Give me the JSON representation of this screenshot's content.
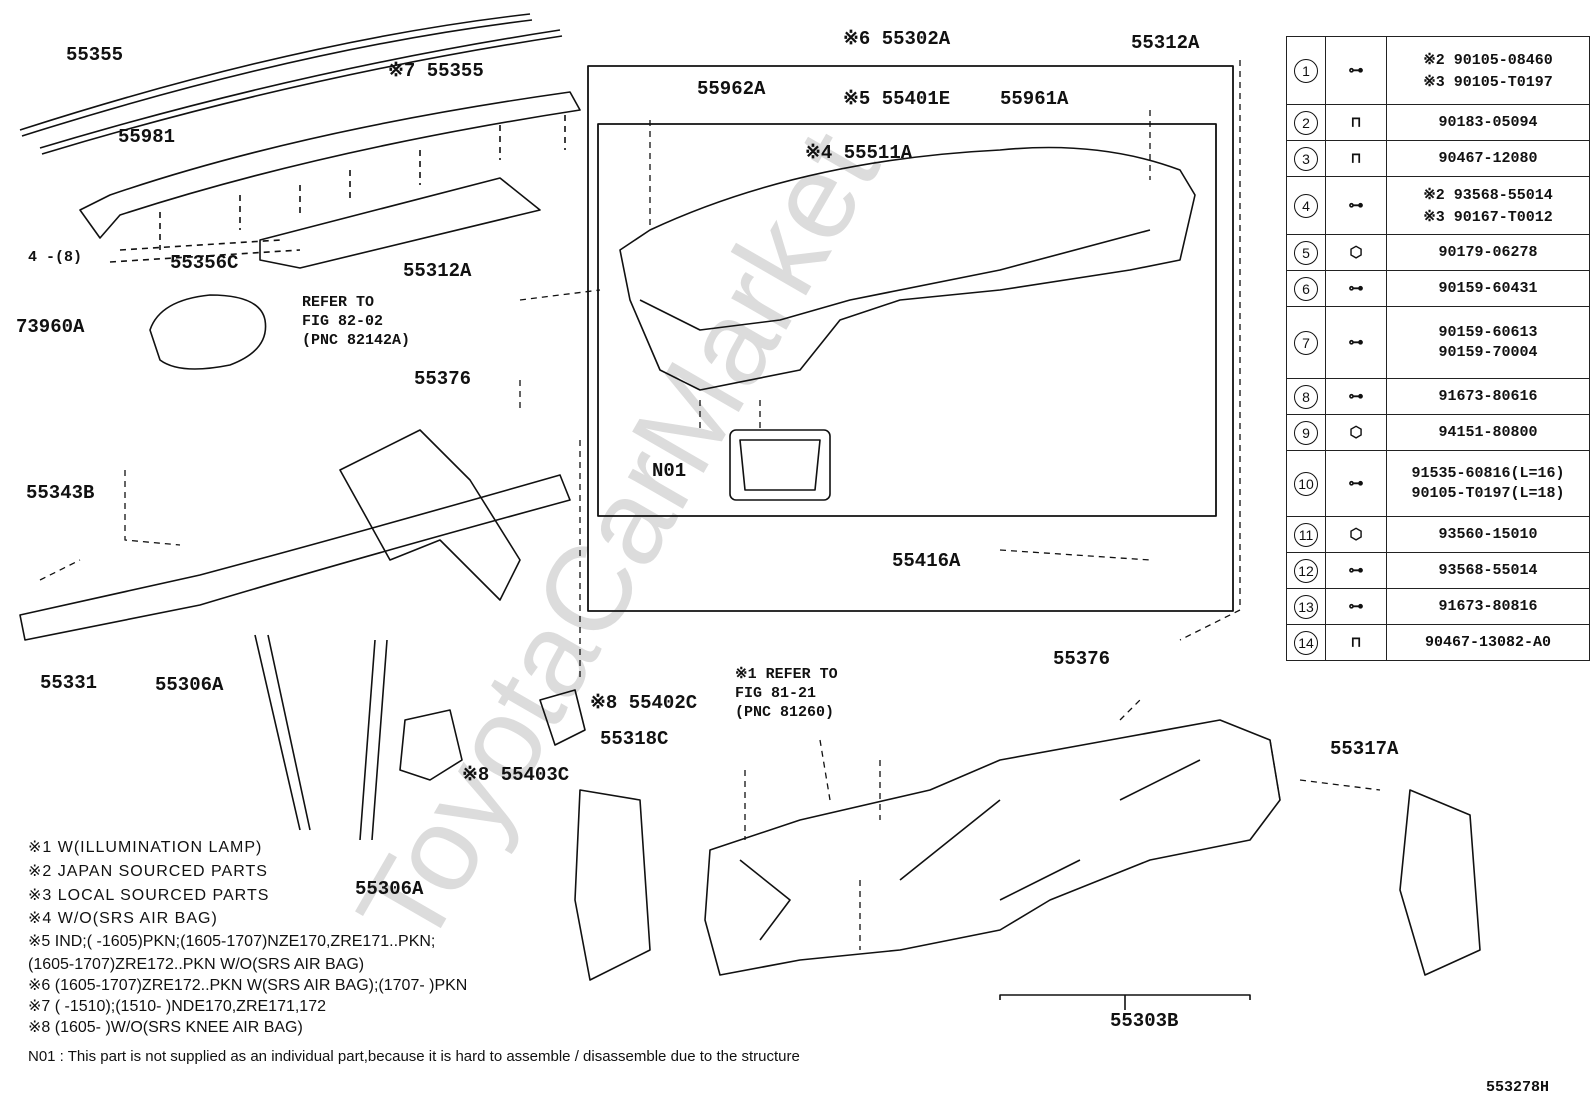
{
  "watermark": "ToyotaCarMarket",
  "diagram_id": "553278H",
  "callouts": [
    {
      "id": "c55355a",
      "text": "55355"
    },
    {
      "id": "c55355b",
      "text": "※7 55355"
    },
    {
      "id": "c55981",
      "text": "55981"
    },
    {
      "id": "c55356c",
      "text": "55356C"
    },
    {
      "id": "c4_8",
      "text": "4 -(8)"
    },
    {
      "id": "c55302a",
      "text": "※6 55302A"
    },
    {
      "id": "c55401e",
      "text": "※5 55401E"
    },
    {
      "id": "c55962a",
      "text": "55962A"
    },
    {
      "id": "c55961a",
      "text": "55961A"
    },
    {
      "id": "c55511a",
      "text": "※4 55511A"
    },
    {
      "id": "c55312a_top",
      "text": "55312A"
    },
    {
      "id": "c55312a",
      "text": "55312A"
    },
    {
      "id": "c73960a",
      "text": "73960A"
    },
    {
      "id": "cref82",
      "text": "REFER TO\nFIG 82-02\n(PNC 82142A)"
    },
    {
      "id": "c55376a",
      "text": "55376"
    },
    {
      "id": "c55343b",
      "text": "55343B"
    },
    {
      "id": "c55331",
      "text": "55331"
    },
    {
      "id": "c55306a1",
      "text": "55306A"
    },
    {
      "id": "c55306a2",
      "text": "55306A"
    },
    {
      "id": "cn01",
      "text": "N01"
    },
    {
      "id": "c55416a",
      "text": "55416A"
    },
    {
      "id": "c55402c",
      "text": "※8 55402C"
    },
    {
      "id": "c55403c",
      "text": "※8 55403C"
    },
    {
      "id": "c55318c",
      "text": "55318C"
    },
    {
      "id": "cref81",
      "text": "※1 REFER TO\nFIG 81-21\n(PNC 81260)"
    },
    {
      "id": "c55376b",
      "text": "55376"
    },
    {
      "id": "c55317a",
      "text": "55317A"
    },
    {
      "id": "c55303b",
      "text": "55303B"
    }
  ],
  "notes": [
    "※1  W(ILLUMINATION  LAMP)",
    "※2  JAPAN SOURCED PARTS",
    "※3  LOCAL SOURCED PARTS",
    "※4  W/O(SRS  AIR  BAG)",
    "※5 IND;(        -1605)PKN;(1605-1707)NZE170,ZRE171..PKN;",
    "(1605-1707)ZRE172..PKN W/O(SRS AIR BAG)",
    "※6 (1605-1707)ZRE172..PKN W(SRS AIR BAG);(1707-        )PKN",
    "※7 (        -1510);(1510-        )NDE170,ZRE171,172",
    "※8 (1605-        )W/O(SRS KNEE AIR BAG)"
  ],
  "footnote": "N01 : This part is not supplied as an individual part,because it is hard to assemble / disassemble due to the structure",
  "parts_table": [
    {
      "idx": "1",
      "icon": "bolt-icon",
      "numbers": [
        "※2  90105-08460",
        "※3  90105-T0197"
      ]
    },
    {
      "idx": "2",
      "icon": "clip-icon",
      "numbers": [
        "90183-05094"
      ]
    },
    {
      "idx": "3",
      "icon": "clip-icon",
      "numbers": [
        "90467-12080"
      ]
    },
    {
      "idx": "4",
      "icon": "bolt-icon",
      "numbers": [
        "※2 93568-55014",
        "※3 90167-T0012"
      ]
    },
    {
      "idx": "5",
      "icon": "nut-icon",
      "numbers": [
        "90179-06278"
      ]
    },
    {
      "idx": "6",
      "icon": "bolt-icon",
      "numbers": [
        "90159-60431"
      ]
    },
    {
      "idx": "7",
      "icon": "bolt-icon",
      "numbers": [
        "90159-60613",
        "90159-70004"
      ]
    },
    {
      "idx": "8",
      "icon": "bolt-icon",
      "numbers": [
        "91673-80616"
      ]
    },
    {
      "idx": "9",
      "icon": "nut-icon",
      "numbers": [
        "94151-80800"
      ]
    },
    {
      "idx": "10",
      "icon": "bolt-icon",
      "numbers": [
        "91535-60816(L=16)",
        "90105-T0197(L=18)"
      ]
    },
    {
      "idx": "11",
      "icon": "nut-icon",
      "numbers": [
        "93560-15010"
      ]
    },
    {
      "idx": "12",
      "icon": "bolt-icon",
      "numbers": [
        "93568-55014"
      ]
    },
    {
      "idx": "13",
      "icon": "bolt-icon",
      "numbers": [
        "91673-80816"
      ]
    },
    {
      "idx": "14",
      "icon": "clip-icon",
      "numbers": [
        "90467-13082-A0"
      ]
    }
  ]
}
